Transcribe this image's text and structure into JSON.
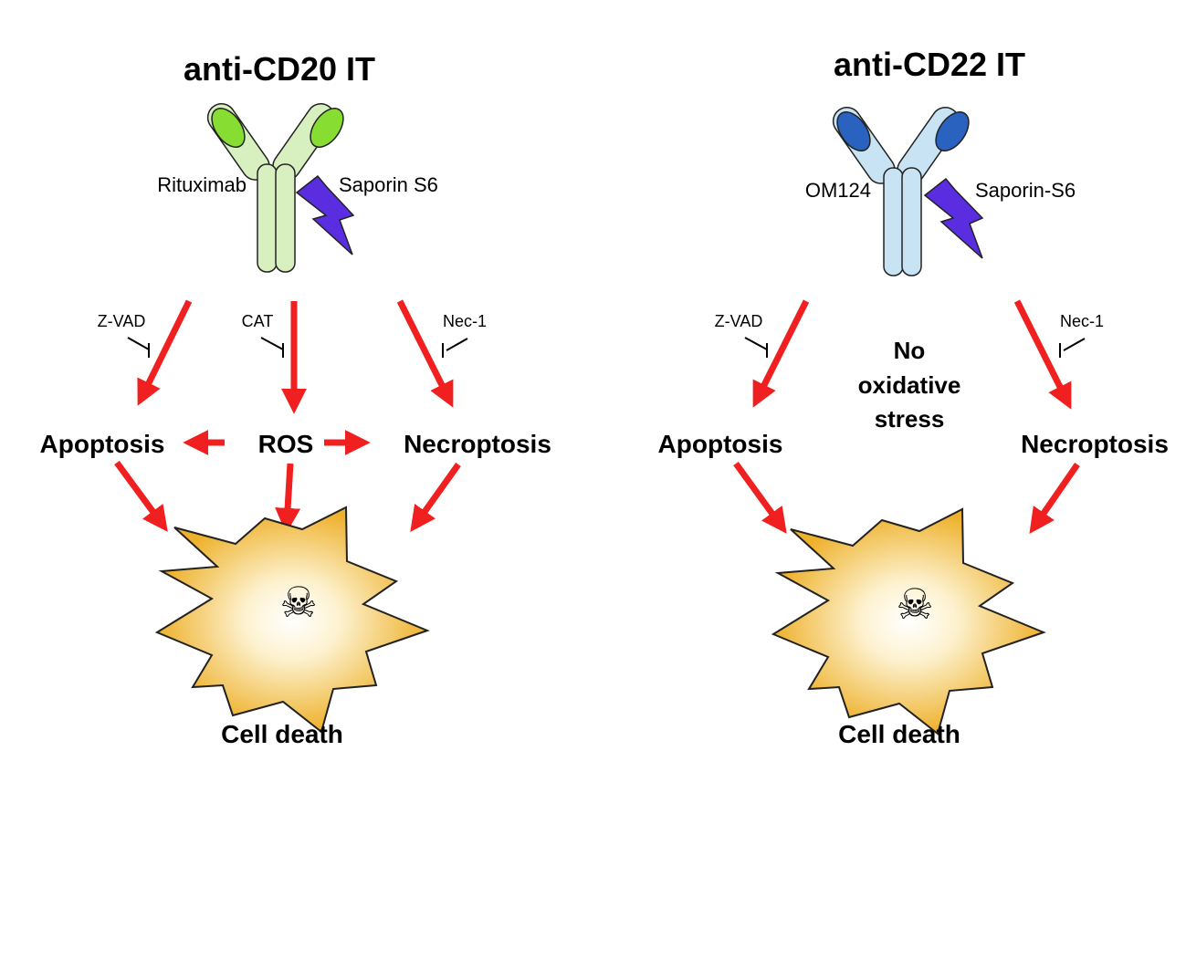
{
  "left": {
    "title": "anti-CD20 IT",
    "antibody_label": "Rituximab",
    "toxin_label": "Saporin S6",
    "inhibitors": [
      "Z-VAD",
      "CAT",
      "Nec-1"
    ],
    "apoptosis": "Apoptosis",
    "ros": "ROS",
    "necroptosis": "Necroptosis",
    "outcome": "Cell death"
  },
  "right": {
    "title": "anti-CD22 IT",
    "antibody_label": "OM124",
    "toxin_label": "Saporin-S6",
    "inhibitors": [
      "Z-VAD",
      "Nec-1"
    ],
    "no_stress": [
      "No",
      "oxidative",
      "stress"
    ],
    "apoptosis": "Apoptosis",
    "necroptosis": "Necroptosis",
    "outcome": "Cell death"
  },
  "colors": {
    "arrow": "#f02020",
    "cd20_heavy": "#d8f0c0",
    "cd20_light": "#88dd33",
    "cd22_heavy": "#c8e4f4",
    "cd22_light": "#2a62c0",
    "toxin": "#5a2ee0",
    "star_outer": "#f0b830",
    "star_inner": "#ffffff"
  }
}
